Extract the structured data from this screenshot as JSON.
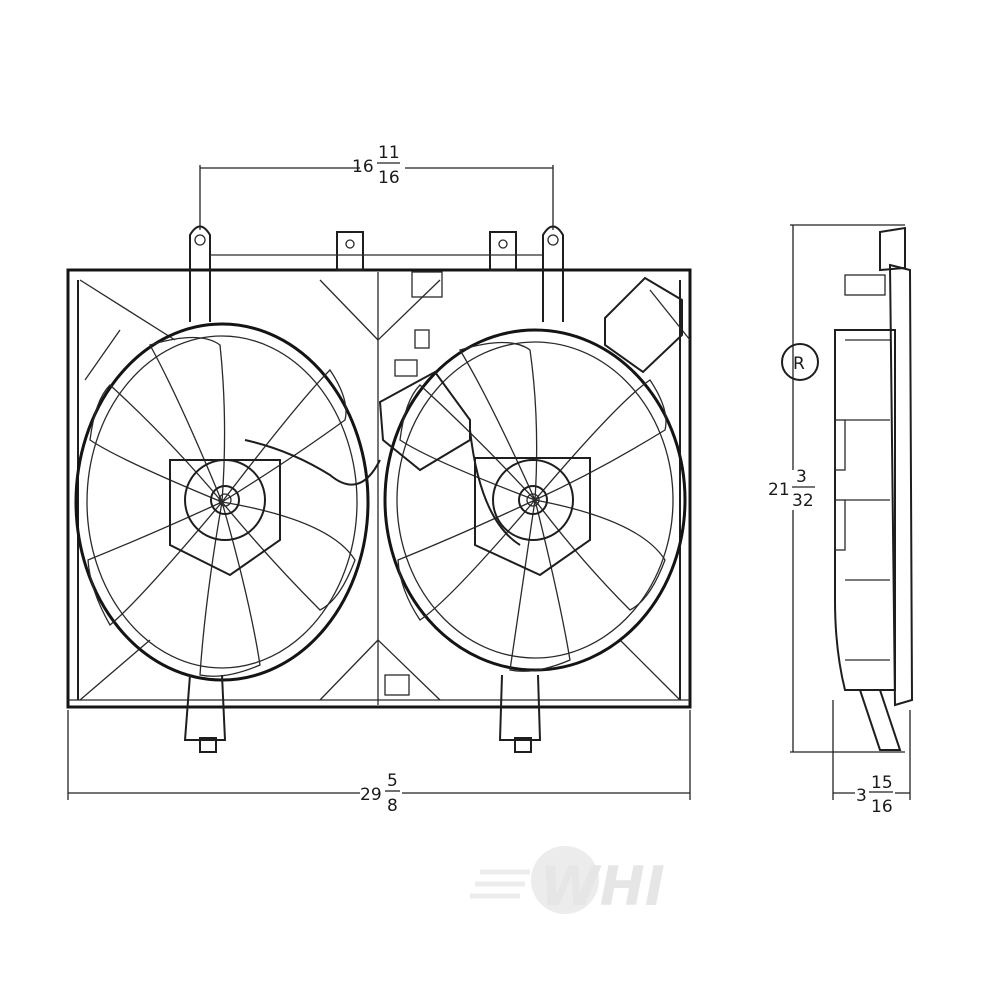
{
  "dimensions": {
    "top_span": {
      "whole": "16",
      "numerator": "11",
      "denominator": "16"
    },
    "overall_width": {
      "whole": "29",
      "numerator": "5",
      "denominator": "8"
    },
    "overall_height": {
      "whole": "21",
      "numerator": "3",
      "denominator": "32"
    },
    "depth": {
      "whole": "3",
      "numerator": "15",
      "denominator": "16"
    }
  },
  "registered_mark": "R",
  "watermark": "WHI",
  "colors": {
    "line": "#1e1e1e",
    "background": "#ffffff",
    "watermark": "#e6e6e6"
  }
}
